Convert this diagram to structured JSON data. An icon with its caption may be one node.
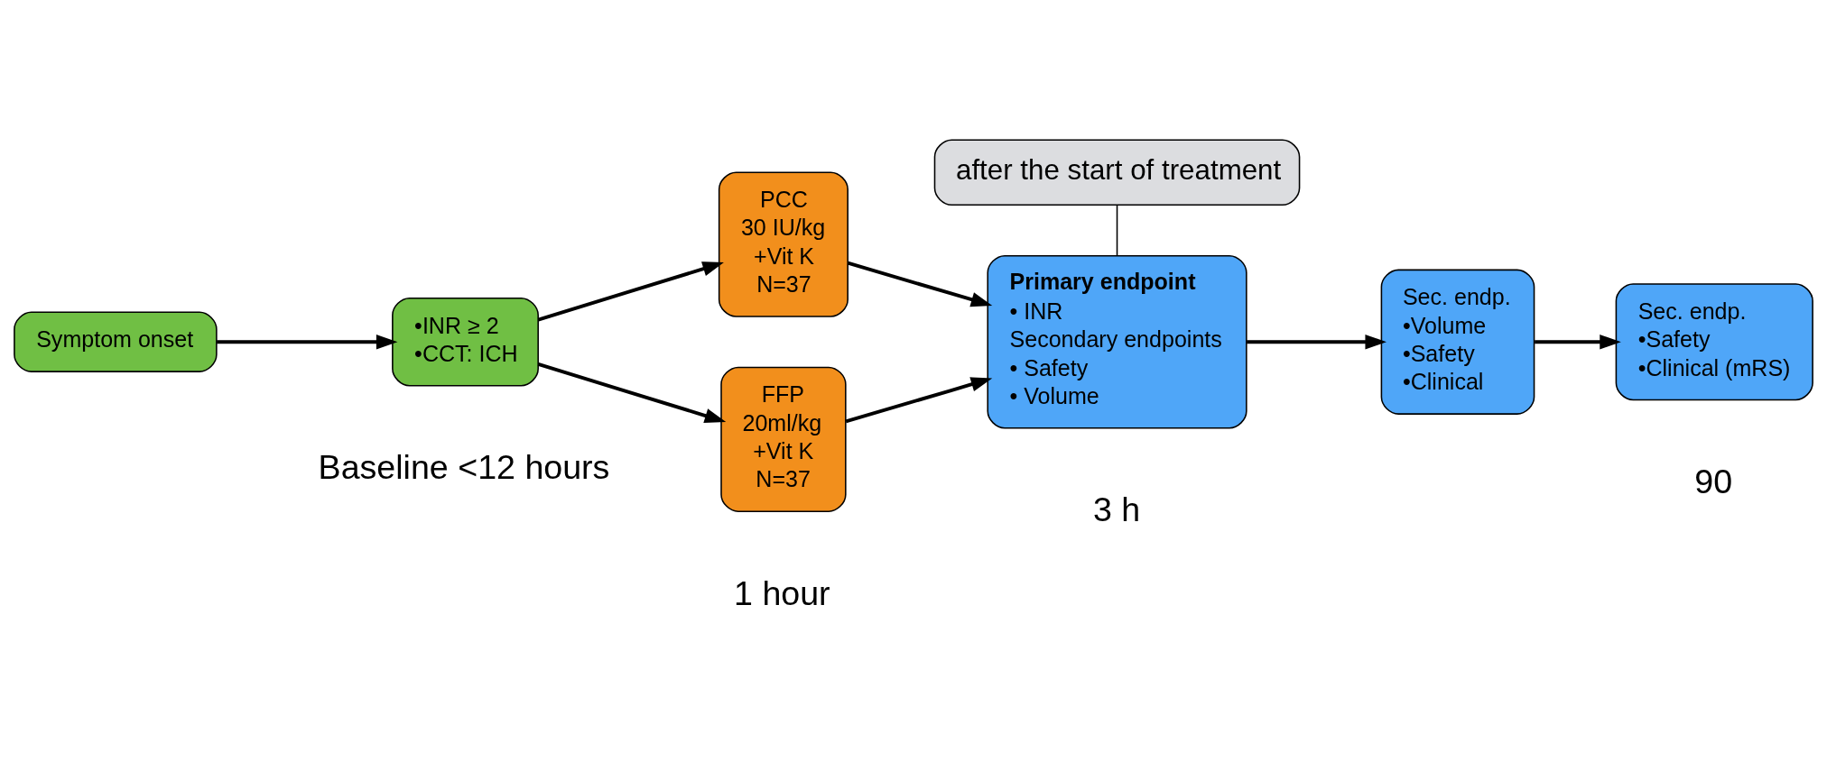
{
  "diagram": {
    "nodes": [
      {
        "text": [
          "Symptom onset"
        ]
      },
      {
        "text": [
          "•INR ≥ 2",
          "•CCT: ICH"
        ]
      },
      {
        "text": [
          "PCC",
          "30 IU/kg",
          "+Vit K",
          "N=37"
        ]
      },
      {
        "text": [
          "FFP",
          "20ml/kg",
          "+Vit K",
          "N=37"
        ]
      },
      {
        "text": [
          "Primary endpoint",
          "• INR",
          "Secondary endpoints",
          "• Safety",
          "• Volume"
        ]
      },
      {
        "text": [
          "Sec. endp.",
          "•Volume",
          "•Safety",
          "•Clinical"
        ]
      },
      {
        "text": [
          "Sec. endp.",
          "•Safety",
          "•Clinical (mRS)"
        ]
      },
      {
        "text": [
          "after the start of treatment"
        ]
      }
    ],
    "edges": [
      {
        "from": 0,
        "to": 1,
        "arrow": "to"
      },
      {
        "from": 1,
        "to": 2,
        "arrow": "to"
      },
      {
        "from": 1,
        "to": 3,
        "arrow": "to"
      },
      {
        "from": 2,
        "to": 4,
        "arrow": "to"
      },
      {
        "from": 3,
        "to": 4,
        "arrow": "to"
      },
      {
        "from": 4,
        "to": 5,
        "arrow": "to"
      },
      {
        "from": 5,
        "to": 6,
        "arrow": "to"
      },
      {
        "from": 7,
        "to": 4,
        "arrow": "none"
      }
    ],
    "labels": [
      "Baseline <12 hours",
      "1 hour",
      "3 h",
      "90"
    ]
  }
}
